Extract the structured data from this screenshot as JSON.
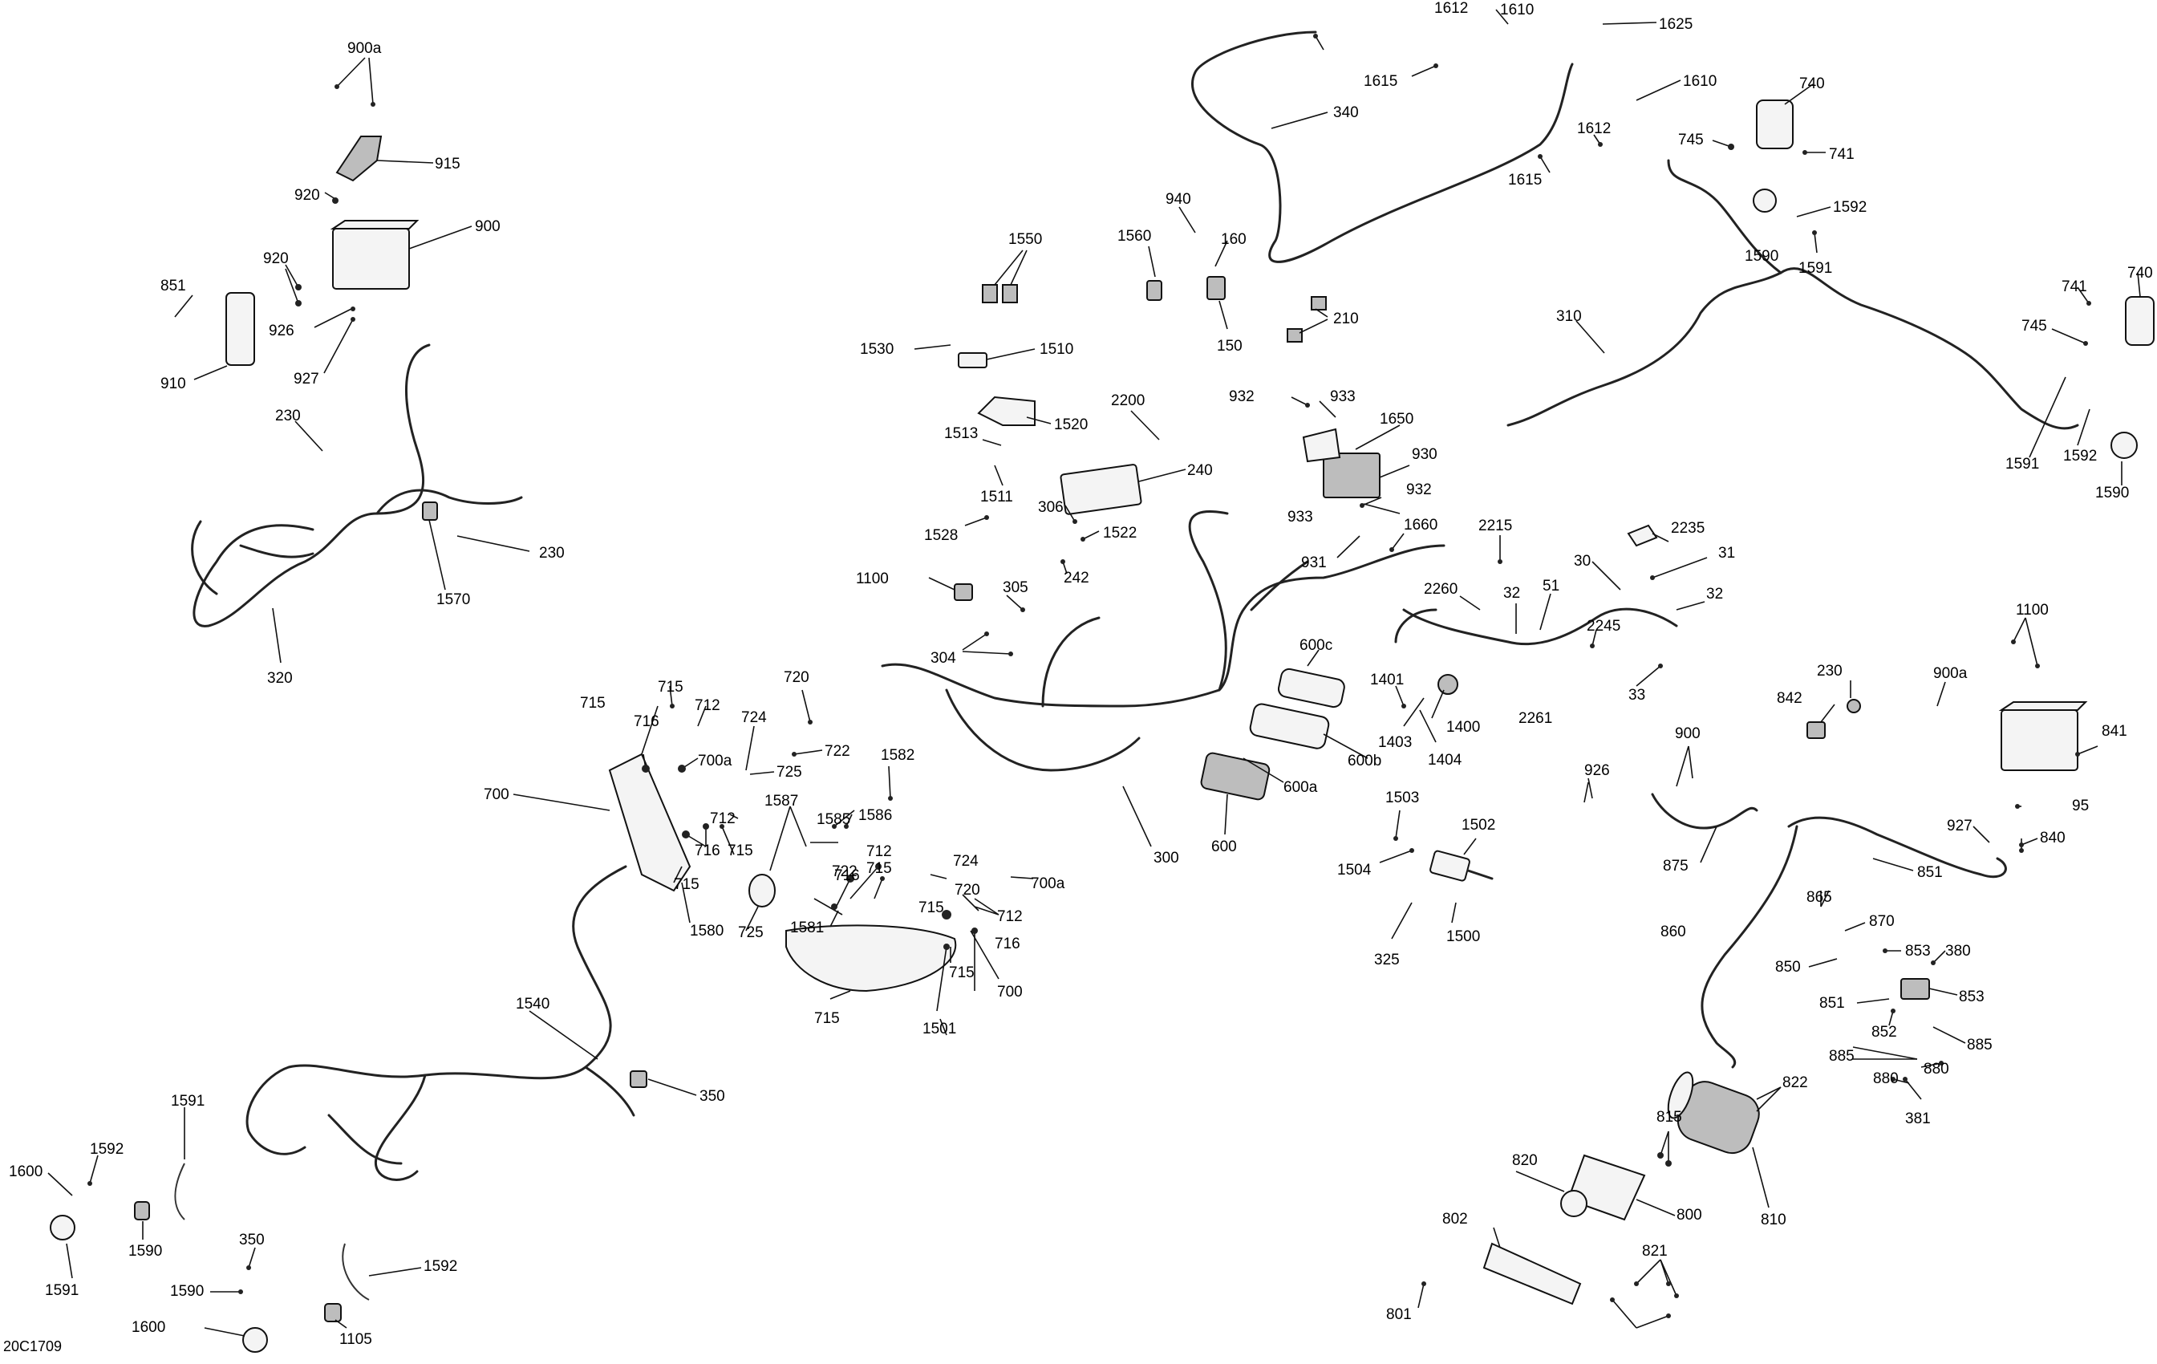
{
  "diagram_code": "20C1709",
  "callouts": [
    {
      "id": "c900a_1",
      "text": "900a"
    },
    {
      "id": "c915",
      "text": "915"
    },
    {
      "id": "c920_1",
      "text": "920"
    },
    {
      "id": "c900_1",
      "text": "900"
    },
    {
      "id": "c920_2",
      "text": "920"
    },
    {
      "id": "c851_1",
      "text": "851"
    },
    {
      "id": "c926_1",
      "text": "926"
    },
    {
      "id": "c927_1",
      "text": "927"
    },
    {
      "id": "c910",
      "text": "910"
    },
    {
      "id": "c230_1",
      "text": "230"
    },
    {
      "id": "c230_2",
      "text": "230"
    },
    {
      "id": "c1570",
      "text": "1570"
    },
    {
      "id": "c320",
      "text": "320"
    },
    {
      "id": "c1612_1",
      "text": "1612"
    },
    {
      "id": "c1610_1",
      "text": "1610"
    },
    {
      "id": "c1625",
      "text": "1625"
    },
    {
      "id": "c1615_1",
      "text": "1615"
    },
    {
      "id": "c340",
      "text": "340"
    },
    {
      "id": "c1610_2",
      "text": "1610"
    },
    {
      "id": "c1612_2",
      "text": "1612"
    },
    {
      "id": "c1615_2",
      "text": "1615"
    },
    {
      "id": "c740_1",
      "text": "740"
    },
    {
      "id": "c745_1",
      "text": "745"
    },
    {
      "id": "c741_1",
      "text": "741"
    },
    {
      "id": "c1592_1",
      "text": "1592"
    },
    {
      "id": "c1590_1",
      "text": "1590"
    },
    {
      "id": "c1591_1",
      "text": "1591"
    },
    {
      "id": "c740_2",
      "text": "740"
    },
    {
      "id": "c741_2",
      "text": "741"
    },
    {
      "id": "c745_2",
      "text": "745"
    },
    {
      "id": "c310",
      "text": "310"
    },
    {
      "id": "c1591_2",
      "text": "1591"
    },
    {
      "id": "c1592_2",
      "text": "1592"
    },
    {
      "id": "c1590_2",
      "text": "1590"
    },
    {
      "id": "c940",
      "text": "940"
    },
    {
      "id": "c160",
      "text": "160"
    },
    {
      "id": "c1560",
      "text": "1560"
    },
    {
      "id": "c150",
      "text": "150"
    },
    {
      "id": "c210",
      "text": "210"
    },
    {
      "id": "c1550",
      "text": "1550"
    },
    {
      "id": "c1530",
      "text": "1530"
    },
    {
      "id": "c1510",
      "text": "1510"
    },
    {
      "id": "c2200",
      "text": "2200"
    },
    {
      "id": "c1513",
      "text": "1513"
    },
    {
      "id": "c1520",
      "text": "1520"
    },
    {
      "id": "c1511",
      "text": "1511"
    },
    {
      "id": "c240",
      "text": "240"
    },
    {
      "id": "c1528",
      "text": "1528"
    },
    {
      "id": "c306",
      "text": "306"
    },
    {
      "id": "c1522",
      "text": "1522"
    },
    {
      "id": "c242",
      "text": "242"
    },
    {
      "id": "c932_1",
      "text": "932"
    },
    {
      "id": "c933_1",
      "text": "933"
    },
    {
      "id": "c1650",
      "text": "1650"
    },
    {
      "id": "c930",
      "text": "930"
    },
    {
      "id": "c932_2",
      "text": "932"
    },
    {
      "id": "c933_2",
      "text": "933"
    },
    {
      "id": "c931",
      "text": "931"
    },
    {
      "id": "c1660",
      "text": "1660"
    },
    {
      "id": "c1100_1",
      "text": "1100"
    },
    {
      "id": "c305",
      "text": "305"
    },
    {
      "id": "c304",
      "text": "304"
    },
    {
      "id": "c2215",
      "text": "2215"
    },
    {
      "id": "c2235",
      "text": "2235"
    },
    {
      "id": "c30",
      "text": "30"
    },
    {
      "id": "c31",
      "text": "31"
    },
    {
      "id": "c2260",
      "text": "2260"
    },
    {
      "id": "c32_1",
      "text": "32"
    },
    {
      "id": "c51",
      "text": "51"
    },
    {
      "id": "c32_2",
      "text": "32"
    },
    {
      "id": "c2245",
      "text": "2245"
    },
    {
      "id": "c600c",
      "text": "600c"
    },
    {
      "id": "c1401",
      "text": "1401"
    },
    {
      "id": "c33",
      "text": "33"
    },
    {
      "id": "c2261",
      "text": "2261"
    },
    {
      "id": "c1400",
      "text": "1400"
    },
    {
      "id": "c1403",
      "text": "1403"
    },
    {
      "id": "c1404",
      "text": "1404"
    },
    {
      "id": "c600b",
      "text": "600b"
    },
    {
      "id": "c600a",
      "text": "600a"
    },
    {
      "id": "c600",
      "text": "600"
    },
    {
      "id": "c300",
      "text": "300"
    },
    {
      "id": "c720_1",
      "text": "720"
    },
    {
      "id": "c715_1",
      "text": "715"
    },
    {
      "id": "c715_2",
      "text": "715"
    },
    {
      "id": "c716_1",
      "text": "716"
    },
    {
      "id": "c712_1",
      "text": "712"
    },
    {
      "id": "c724_1",
      "text": "724"
    },
    {
      "id": "c700a_1",
      "text": "700a"
    },
    {
      "id": "c722_1",
      "text": "722"
    },
    {
      "id": "c725_1",
      "text": "725"
    },
    {
      "id": "c700_1",
      "text": "700"
    },
    {
      "id": "c1582",
      "text": "1582"
    },
    {
      "id": "c1587",
      "text": "1587"
    },
    {
      "id": "c712_2",
      "text": "712"
    },
    {
      "id": "c1585",
      "text": "1585"
    },
    {
      "id": "c1586",
      "text": "1586"
    },
    {
      "id": "c716_2",
      "text": "716"
    },
    {
      "id": "c715_3",
      "text": "715"
    },
    {
      "id": "c715_4",
      "text": "715"
    },
    {
      "id": "c712_3",
      "text": "712"
    },
    {
      "id": "c715_5",
      "text": "715"
    },
    {
      "id": "c716_3",
      "text": "716"
    },
    {
      "id": "c722_2",
      "text": "722"
    },
    {
      "id": "c724_2",
      "text": "724"
    },
    {
      "id": "c720_2",
      "text": "720"
    },
    {
      "id": "c700a_2",
      "text": "700a"
    },
    {
      "id": "c715_6",
      "text": "715"
    },
    {
      "id": "c1581",
      "text": "1581"
    },
    {
      "id": "c1580",
      "text": "1580"
    },
    {
      "id": "c725_2",
      "text": "725"
    },
    {
      "id": "c712_4",
      "text": "712"
    },
    {
      "id": "c716_4",
      "text": "716"
    },
    {
      "id": "c715_7",
      "text": "715"
    },
    {
      "id": "c700_2",
      "text": "700"
    },
    {
      "id": "c715_8",
      "text": "715"
    },
    {
      "id": "c1501",
      "text": "1501"
    },
    {
      "id": "c1503",
      "text": "1503"
    },
    {
      "id": "c1502",
      "text": "1502"
    },
    {
      "id": "c1504",
      "text": "1504"
    },
    {
      "id": "c1500",
      "text": "1500"
    },
    {
      "id": "c325",
      "text": "325"
    },
    {
      "id": "c1540",
      "text": "1540"
    },
    {
      "id": "c350_1",
      "text": "350"
    },
    {
      "id": "c1591_3",
      "text": "1591"
    },
    {
      "id": "c1592_3",
      "text": "1592"
    },
    {
      "id": "c1600_1",
      "text": "1600"
    },
    {
      "id": "c1590_3",
      "text": "1590"
    },
    {
      "id": "c1591_4",
      "text": "1591"
    },
    {
      "id": "c350_2",
      "text": "350"
    },
    {
      "id": "c1592_4",
      "text": "1592"
    },
    {
      "id": "c1590_4",
      "text": "1590"
    },
    {
      "id": "c1600_2",
      "text": "1600"
    },
    {
      "id": "c1105",
      "text": "1105"
    },
    {
      "id": "c230_3",
      "text": "230"
    },
    {
      "id": "c900a_2",
      "text": "900a"
    },
    {
      "id": "c1100_2",
      "text": "1100"
    },
    {
      "id": "c842",
      "text": "842"
    },
    {
      "id": "c900_2",
      "text": "900"
    },
    {
      "id": "c841",
      "text": "841"
    },
    {
      "id": "c926_2",
      "text": "926"
    },
    {
      "id": "c95",
      "text": "95"
    },
    {
      "id": "c927_2",
      "text": "927"
    },
    {
      "id": "c840",
      "text": "840"
    },
    {
      "id": "c875",
      "text": "875"
    },
    {
      "id": "c851_2",
      "text": "851"
    },
    {
      "id": "c865",
      "text": "865"
    },
    {
      "id": "c870",
      "text": "870"
    },
    {
      "id": "c853_1",
      "text": "853"
    },
    {
      "id": "c380",
      "text": "380"
    },
    {
      "id": "c860",
      "text": "860"
    },
    {
      "id": "c850",
      "text": "850"
    },
    {
      "id": "c853_2",
      "text": "853"
    },
    {
      "id": "c851_3",
      "text": "851"
    },
    {
      "id": "c852",
      "text": "852"
    },
    {
      "id": "c885_1",
      "text": "885"
    },
    {
      "id": "c885_2",
      "text": "885"
    },
    {
      "id": "c880_1",
      "text": "880"
    },
    {
      "id": "c880_2",
      "text": "880"
    },
    {
      "id": "c381",
      "text": "381"
    },
    {
      "id": "c822",
      "text": "822"
    },
    {
      "id": "c815",
      "text": "815"
    },
    {
      "id": "c820",
      "text": "820"
    },
    {
      "id": "c800",
      "text": "800"
    },
    {
      "id": "c810",
      "text": "810"
    },
    {
      "id": "c802",
      "text": "802"
    },
    {
      "id": "c821",
      "text": "821"
    },
    {
      "id": "c801",
      "text": "801"
    }
  ]
}
